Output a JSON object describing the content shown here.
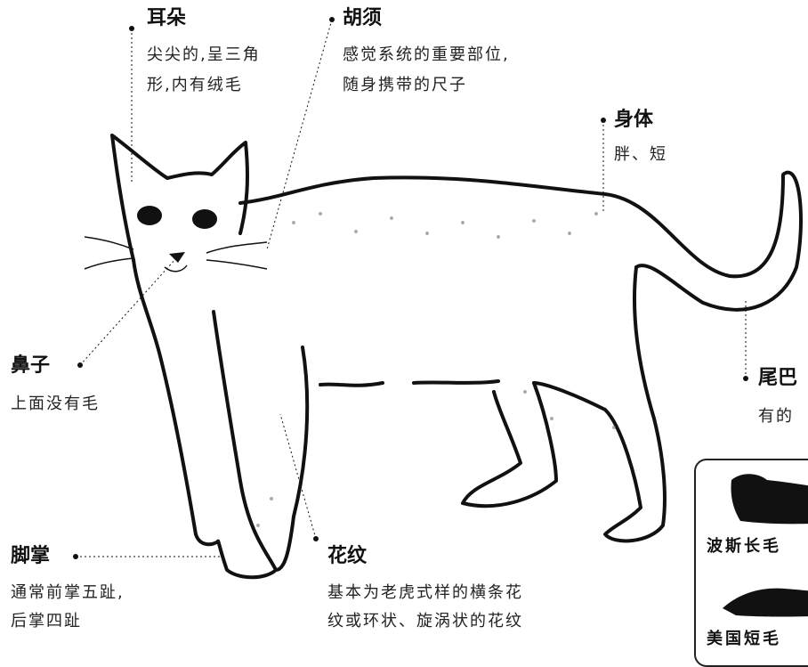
{
  "labels": {
    "ears": {
      "title": "耳朵",
      "lines": [
        "尖尖的,呈三角",
        "形,内有绒毛"
      ]
    },
    "whiskers": {
      "title": "胡须",
      "lines": [
        "感觉系统的重要部位,",
        "随身携带的尺子"
      ]
    },
    "body": {
      "title": "身体",
      "lines": [
        "胖、短"
      ]
    },
    "tail": {
      "title": "尾巴",
      "lines": [
        "有的"
      ]
    },
    "nose": {
      "title": "鼻子",
      "lines": [
        "上面没有毛"
      ]
    },
    "paw": {
      "title": "脚掌",
      "lines": [
        "通常前掌五趾,",
        "后掌四趾"
      ]
    },
    "pattern": {
      "title": "花纹",
      "lines": [
        "基本为老虎式样的横条花",
        "纹或环状、旋涡状的花纹"
      ]
    }
  },
  "inset": {
    "breeds": [
      "波斯长毛",
      "美国短毛"
    ]
  },
  "colors": {
    "ink": "#111111",
    "background": "#ffffff"
  }
}
